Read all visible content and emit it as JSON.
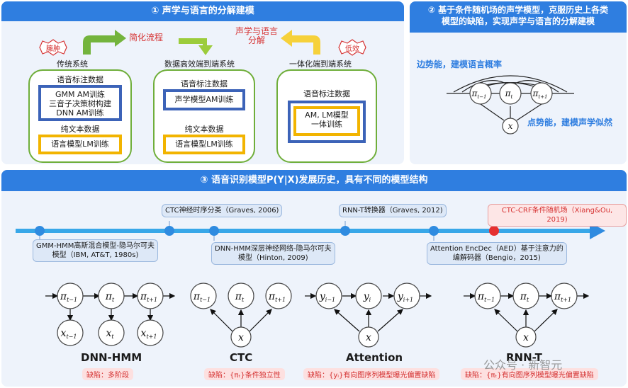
{
  "panel1": {
    "title": "① 声学与语言的分解建模",
    "arrow_left_label": "简化流程",
    "arrow_right_label": "声学与语言\n分解",
    "badge_left": "臃肿",
    "badge_right": "低效",
    "systems": [
      {
        "title": "传统系统",
        "box1_header": "语音标注数据",
        "box1_text": "GMM AM训练\n三音子决策树构建\nDNN AM训练",
        "box2_header": "纯文本数据",
        "box2_text": "语言模型LM训练"
      },
      {
        "title": "数据高效端到端系统",
        "box1_header": "语音标注数据",
        "box1_text": "声学模型AM训练",
        "box2_header": "纯文本数据",
        "box2_text": "语言模型LM训练"
      },
      {
        "title": "一体化端到端系统",
        "box1_header": "语音标注数据",
        "box1_text": "AM, LM模型\n一体训练"
      }
    ]
  },
  "panel2": {
    "title": "② 基于条件随机场的声学模型，克服历史上各类\n模型的缺陷，实现声学与语言的分解建模",
    "edge_label": "边势能，建模语言概率",
    "node_label": "点势能，建模声学似然",
    "nodes": [
      "π",
      "π",
      "π",
      "x"
    ],
    "subs": [
      "t−1",
      "t",
      "t+1",
      ""
    ]
  },
  "panel3": {
    "title": "③ 语音识别模型P(Y|X)发展历史，具有不同的模型结构",
    "timeline_top": [
      {
        "text": "CTC神经时序分类（Graves, 2006)",
        "red": false
      },
      {
        "text": "RNN-T转换器（Graves, 2012)",
        "red": false
      },
      {
        "text": "CTC-CRF条件随机场（Xiang&Ou, 2019)",
        "red": true
      }
    ],
    "timeline_bottom": [
      {
        "text": "GMM-HMM高斯混合模型-隐马尔可夫\n模型（IBM, AT&T, 1980s)"
      },
      {
        "text": "DNN-HMM深层神经网络-隐马尔可夫\n模型（Hinton, 2009)"
      },
      {
        "text": "Attention EncDec（AED）基于注意力的\n编解码器（Bengio，2015)"
      }
    ],
    "models": [
      {
        "name": "DNN-HMM",
        "defect": "缺陷：多阶段",
        "top": [
          "π",
          "π",
          "π"
        ],
        "bottom": [
          "x",
          "x",
          "x"
        ]
      },
      {
        "name": "CTC",
        "defect": "缺陷：{πₜ}条件独立性",
        "top": [
          "π",
          "π",
          "π"
        ],
        "bottom": [
          "x"
        ]
      },
      {
        "name": "Attention",
        "defect": "缺陷：{yᵢ}有向图序列模型曝光偏置缺陷",
        "top": [
          "y",
          "y",
          "y"
        ],
        "bottom": [
          "x"
        ]
      },
      {
        "name": "RNN-T",
        "defect": "缺陷：{πₜ}有向图序列模型曝光偏置缺陷",
        "top": [
          "π",
          "π",
          "π"
        ],
        "bottom": [
          "x"
        ]
      }
    ],
    "subs": [
      "t−1",
      "t",
      "t+1"
    ],
    "subs_i": [
      "i−1",
      "i",
      "i+1"
    ]
  },
  "watermark": "公众号 · 新智元",
  "colors": {
    "header": "#2f7ee0",
    "green": "#6fae3a",
    "blue_box": "#3c63b8",
    "yellow_box": "#f2b400",
    "red": "#d63232"
  }
}
